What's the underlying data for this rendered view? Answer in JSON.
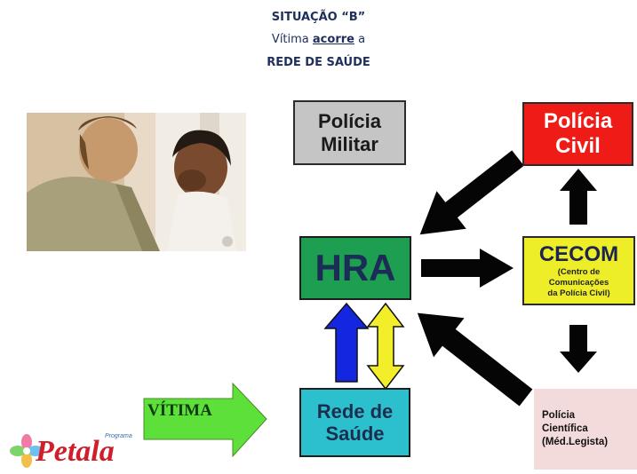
{
  "header": {
    "line1": "SITUAÇÃO “B”",
    "line2_pre": "Vítima ",
    "line2_key": "acorre",
    "line2_post": " a",
    "line3": "REDE DE SAÚDE"
  },
  "nodes": {
    "policia_militar": [
      "Polícia",
      "Militar"
    ],
    "policia_civil": [
      "Polícia",
      "Civil"
    ],
    "hra": "HRA",
    "cecom": {
      "title": "CECOM",
      "sub": [
        "(Centro de",
        "Comunicações",
        "da Polícia Civil)"
      ]
    },
    "rede_saude": [
      "Rede de",
      "Saúde"
    ],
    "policia_cientifica": [
      "Polícia",
      "Científica",
      "(Méd.Legista)"
    ],
    "vitima": "VÍTIMA"
  },
  "logo": {
    "text": "Petala",
    "small": "Programa"
  },
  "colors": {
    "policia_militar": "#c5c5c5",
    "policia_civil": "#ee1b16",
    "hra": "#1e9e50",
    "cecom": "#eeee28",
    "rede_saude": "#2cc0cf",
    "policia_cientifica": "#f4dbdb",
    "vitima_arrow": "#5ee03a",
    "up_arrow": "#1426e0",
    "double_arrow": "#f2ef2a"
  }
}
